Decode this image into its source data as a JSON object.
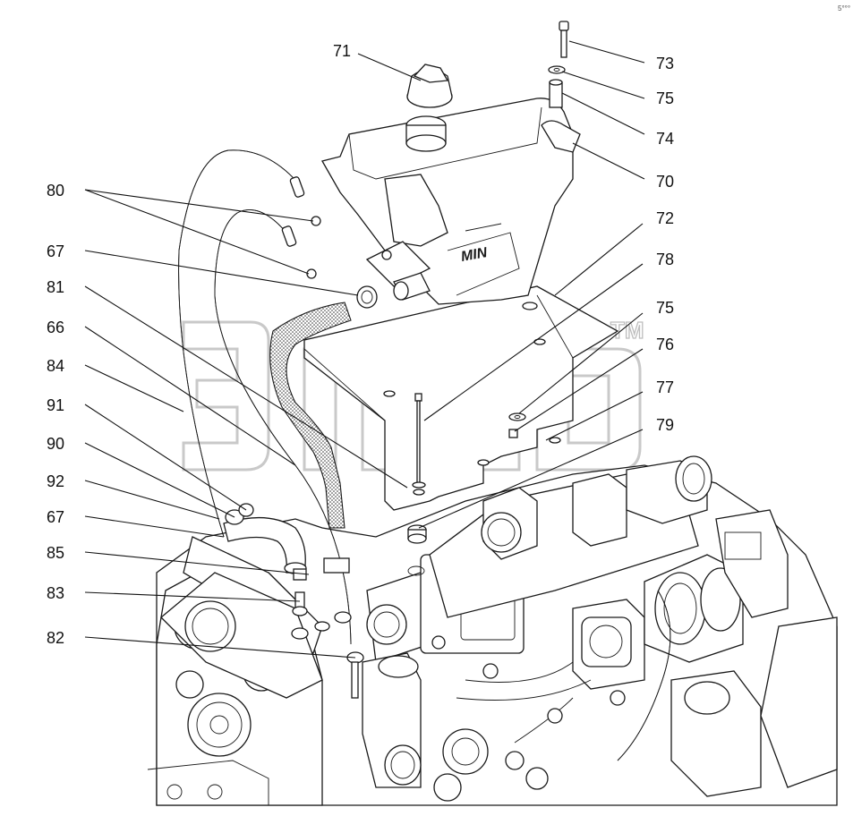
{
  "diagram": {
    "tank_marking": "MIN",
    "corner_mark": "5°°°",
    "callouts": [
      {
        "id": "71",
        "label": "71"
      },
      {
        "id": "73",
        "label": "73"
      },
      {
        "id": "75a",
        "label": "75"
      },
      {
        "id": "74",
        "label": "74"
      },
      {
        "id": "70",
        "label": "70"
      },
      {
        "id": "72",
        "label": "72"
      },
      {
        "id": "78",
        "label": "78"
      },
      {
        "id": "75b",
        "label": "75"
      },
      {
        "id": "76",
        "label": "76"
      },
      {
        "id": "77",
        "label": "77"
      },
      {
        "id": "79",
        "label": "79"
      },
      {
        "id": "80",
        "label": "80"
      },
      {
        "id": "67a",
        "label": "67"
      },
      {
        "id": "81",
        "label": "81"
      },
      {
        "id": "66",
        "label": "66"
      },
      {
        "id": "84",
        "label": "84"
      },
      {
        "id": "91",
        "label": "91"
      },
      {
        "id": "90",
        "label": "90"
      },
      {
        "id": "92",
        "label": "92"
      },
      {
        "id": "67b",
        "label": "67"
      },
      {
        "id": "85",
        "label": "85"
      },
      {
        "id": "83",
        "label": "83"
      },
      {
        "id": "82",
        "label": "82"
      }
    ]
  }
}
